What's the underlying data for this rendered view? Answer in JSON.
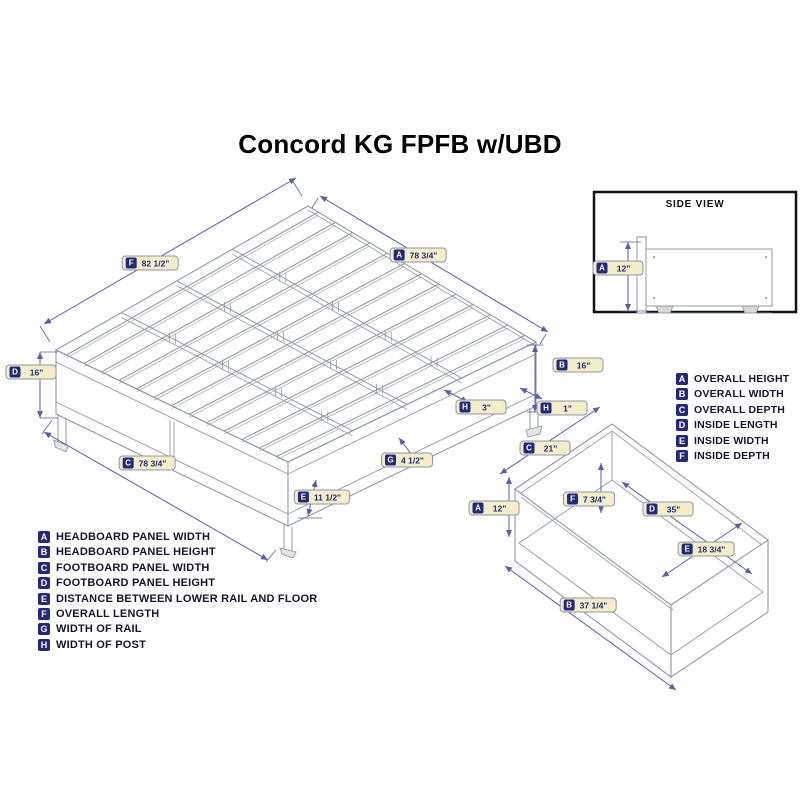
{
  "title": "Concord KG FPFB w/UBD",
  "colors": {
    "drawing_line": "#9298a4",
    "dimension_line": "#5a5ea8",
    "badge_bg": "#f3eec9",
    "badge_border": "#8f95a1",
    "chip_bg": "#22297b",
    "chip_text": "#ffffff",
    "box_border": "#111111"
  },
  "side_view": {
    "title": "SIDE VIEW",
    "dimension": {
      "letter": "A",
      "value": "12\""
    }
  },
  "bed_dimensions": [
    {
      "letter": "F",
      "value": "82 1/2\""
    },
    {
      "letter": "A",
      "value": "78 3/4\""
    },
    {
      "letter": "D",
      "value": "16\""
    },
    {
      "letter": "B",
      "value": "16\""
    },
    {
      "letter": "H",
      "value": "3\""
    },
    {
      "letter": "H",
      "value": "1\""
    },
    {
      "letter": "G",
      "value": "4 1/2\""
    },
    {
      "letter": "C",
      "value": "78 3/4\""
    },
    {
      "letter": "E",
      "value": "11 1/2\""
    }
  ],
  "drawer_dimensions": [
    {
      "letter": "C",
      "value": "21\""
    },
    {
      "letter": "A",
      "value": "12\""
    },
    {
      "letter": "F",
      "value": "7 3/4\""
    },
    {
      "letter": "D",
      "value": "35\""
    },
    {
      "letter": "E",
      "value": "18 3/4\""
    },
    {
      "letter": "B",
      "value": "37 1/4\""
    }
  ],
  "legend_parts": {
    "items": [
      {
        "letter": "A",
        "label": "HEADBOARD PANEL WIDTH"
      },
      {
        "letter": "B",
        "label": "HEADBOARD PANEL HEIGHT"
      },
      {
        "letter": "C",
        "label": "FOOTBOARD PANEL WIDTH"
      },
      {
        "letter": "D",
        "label": "FOOTBOARD PANEL HEIGHT"
      },
      {
        "letter": "E",
        "label": "DISTANCE BETWEEN LOWER RAIL AND FLOOR"
      },
      {
        "letter": "F",
        "label": "OVERALL LENGTH"
      },
      {
        "letter": "G",
        "label": "WIDTH OF RAIL"
      },
      {
        "letter": "H",
        "label": "WIDTH OF POST"
      }
    ]
  },
  "legend_drawer": {
    "items": [
      {
        "letter": "A",
        "label": "OVERALL HEIGHT"
      },
      {
        "letter": "B",
        "label": "OVERALL WIDTH"
      },
      {
        "letter": "C",
        "label": "OVERALL DEPTH"
      },
      {
        "letter": "D",
        "label": "INSIDE LENGTH"
      },
      {
        "letter": "E",
        "label": "INSIDE WIDTH"
      },
      {
        "letter": "F",
        "label": "INSIDE DEPTH"
      }
    ]
  }
}
